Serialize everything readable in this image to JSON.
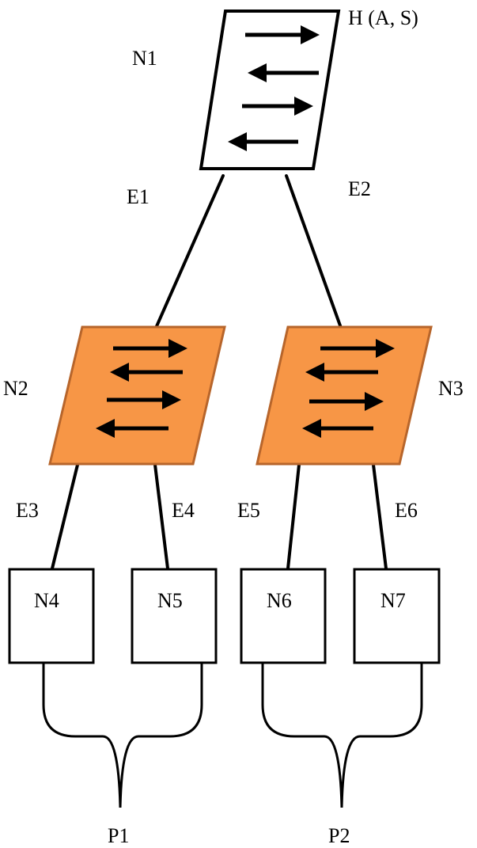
{
  "colors": {
    "switch_fill": "#F79646",
    "switch_stroke": "#B7652B",
    "host_fill": "#FFFFFF",
    "line": "#000000"
  },
  "nodes": {
    "n1": {
      "label": "N1",
      "host_label": "H (A, S)"
    },
    "n2": {
      "label": "N2"
    },
    "n3": {
      "label": "N3"
    },
    "n4": {
      "label": "N4"
    },
    "n5": {
      "label": "N5"
    },
    "n6": {
      "label": "N6"
    },
    "n7": {
      "label": "N7"
    }
  },
  "edges": {
    "e1": {
      "label": "E1"
    },
    "e2": {
      "label": "E2"
    },
    "e3": {
      "label": "E3"
    },
    "e4": {
      "label": "E4"
    },
    "e5": {
      "label": "E5"
    },
    "e6": {
      "label": "E6"
    }
  },
  "paths": {
    "p1": {
      "label": "P1"
    },
    "p2": {
      "label": "P2"
    }
  },
  "icons": {
    "arrow_stack": "bidirectional-arrows-icon"
  }
}
